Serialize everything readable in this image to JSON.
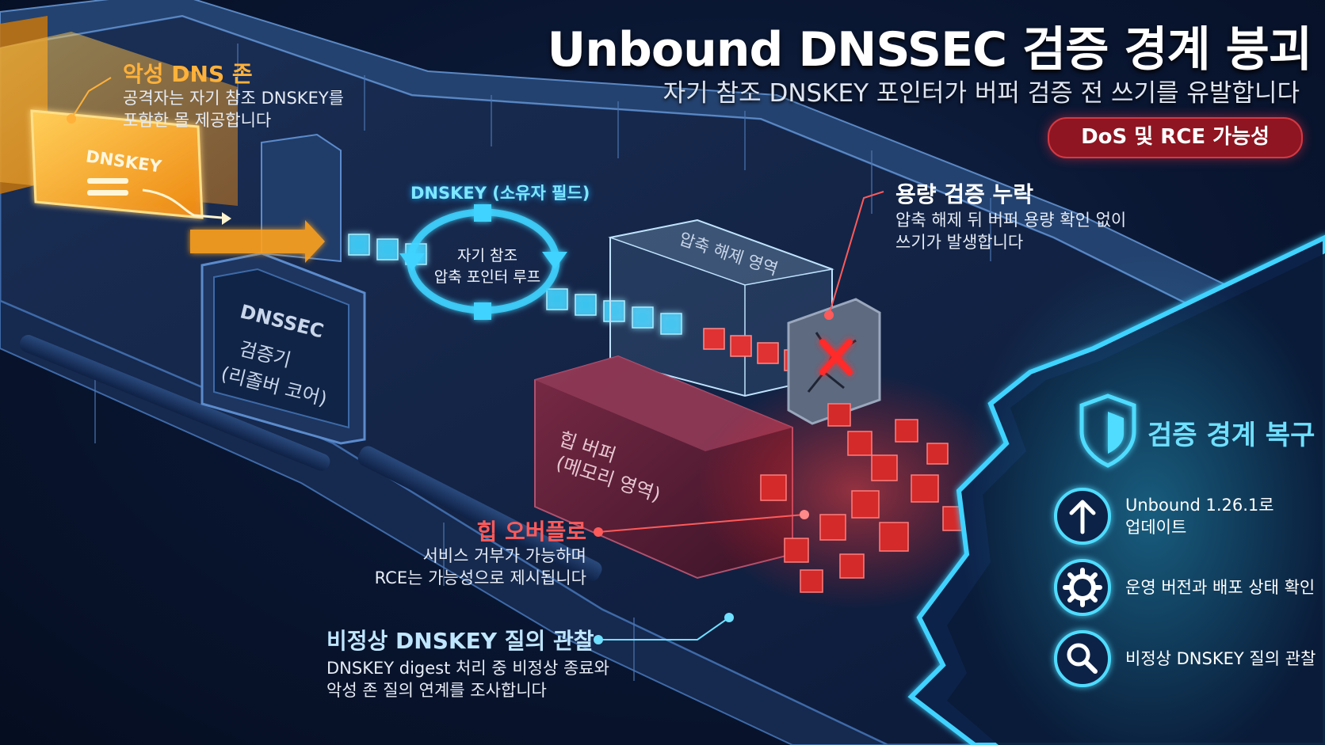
{
  "title": "Unbound DNSSEC 검증 경계 붕괴",
  "subtitle": "자기 참조 DNSKEY 포인터가 버퍼 검증 전 쓰기를 유발합니다",
  "badge": "DoS 및 RCE 가능성",
  "malicious_zone": {
    "heading": "악성 DNS 존",
    "line1": "공격자는 자기 참조 DNSKEY를",
    "line2": "포함한 몰 제공합니다"
  },
  "packet_label": "DNSKEY",
  "validator": {
    "line1": "DNSSEC",
    "line2": "검증기",
    "line3": "(리졸버 코어)"
  },
  "owner_field_label": "DNSKEY (소유자 필드)",
  "loop_label": {
    "line1": "자기 참조",
    "line2": "압축 포인터 루프"
  },
  "decompress_zone_label": "압축 해제 영역",
  "missing_check": {
    "heading": "용량 검증 누락",
    "line1": "압축 해제 뒤 버퍼 용량 확인 없이",
    "line2": "쓰기가 발생합니다"
  },
  "heap_buffer": {
    "line1": "힙 버퍼",
    "line2": "(메모리 영역)"
  },
  "heap_overflow": {
    "heading": "힙 오버플로",
    "line1": "서비스 거부가 가능하며",
    "line2": "RCE는 가능성으로 제시됩니다"
  },
  "observe": {
    "heading": "비정상 DNSKEY 질의 관찰",
    "line1": "DNSKEY digest 처리 중 비정상 종료와",
    "line2": "악성 존 질의 연계를 조사합니다"
  },
  "recovery": {
    "heading": "검증 경계 복구",
    "items": [
      {
        "icon": "arrow-up-icon",
        "line1": "Unbound 1.26.1로",
        "line2": "업데이트"
      },
      {
        "icon": "gear-icon",
        "line1": "운영 버전과 배포 상태 확인",
        "line2": ""
      },
      {
        "icon": "magnifier-icon",
        "line1": "비정상 DNSKEY 질의 관찰",
        "line2": ""
      }
    ]
  },
  "colors": {
    "malicious": "#ffa21f",
    "data_flow": "#3fd3ff",
    "overflow": "#ff3b3b",
    "badge": "#8e1521",
    "shield": "#4fdcff"
  }
}
